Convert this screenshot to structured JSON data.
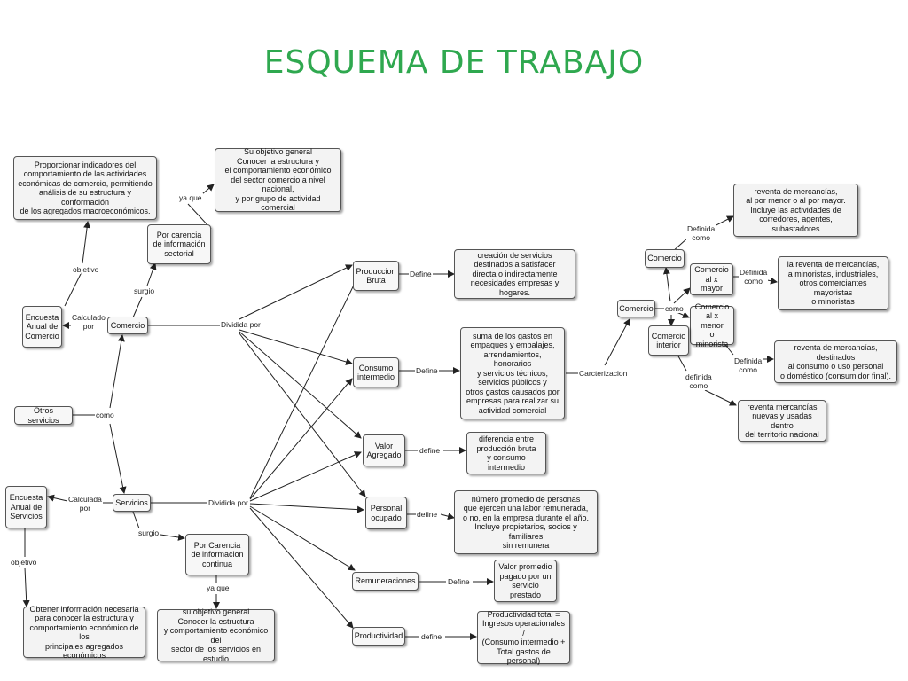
{
  "title": "ESQUEMA DE TRABAJO",
  "nodes": {
    "proporcionar": "Proporcionar indicadores del\ncomportamiento de las actividades\neconómicas de comercio, permitiendo\nanálisis de su estructura y conformación\nde los agregados macroeconómicos.",
    "objetivo_comercio": "Su objetivo general\nConocer la estructura y\nel comportamiento económico\ndel sector comercio a nivel nacional,\ny por grupo de actividad comercial",
    "carencia_sectorial": "Por carencia\nde información\nsectorial",
    "encuesta_comercio": "Encuesta\nAnual de\nComercio",
    "comercio": "Comercio",
    "otros_servicios": "Otros servicios",
    "encuesta_servicios": "Encuesta\nAnual de\nServicios",
    "servicios": "Servicios",
    "carencia_continua": "Por Carencia\nde informacion\ncontinua",
    "objetivo_servicios": "su objetivo general\nConocer la estructura\ny comportamiento económico del\nsector de los servicios en estudio",
    "obtener": "Obtener información necesaria\npara conocer la estructura y\ncomportamiento económico de los\nprincipales agregados económicos",
    "produccion_bruta": "Produccion\nBruta",
    "consumo_intermedio": "Consumo\nintermedio",
    "valor_agregado": "Valor\nAgregado",
    "personal_ocupado": "Personal\nocupado",
    "remuneraciones": "Remuneraciones",
    "productividad": "Productividad",
    "def_produccion": "creación de servicios\ndestinados a satisfacer\ndirecta o indirectamente\nnecesidades empresas y hogares.",
    "def_consumo": "suma de los gastos en\nempaques y embalajes,\narrendamientos, honorarios\ny servicios técnicos,\nservicios públicos y\notros gastos causados por\nempresas para realizar su\nactividad comercial",
    "def_valor": "diferencia entre\nproducción bruta\ny consumo intermedio",
    "def_personal": "número promedio de personas\nque ejercen una labor remunerada,\no no, en la empresa durante el año.\nIncluye propietarios, socios y familiares\nsin remunera",
    "def_remuneraciones": "Valor promedio\npagado por un\nservicio prestado",
    "def_productividad": "Productividad total =\nIngresos operacionales /\n(Consumo intermedio +\nTotal gastos de personal)",
    "comercio_center": "Comercio",
    "comercio_top": "Comercio",
    "comercio_mayor": "Comercio\nal x mayor",
    "comercio_menor": "Comercio\nal x menor\no minorista",
    "comercio_interior": "Comercio\ninterior",
    "reventa_1": "reventa de mercancías,\nal por menor o al por mayor.\nIncluye las actividades de\ncorredores, agentes, subastadores",
    "reventa_2": "la reventa de mercancías,\na minoristas, industriales,\notros comerciantes mayoristas\no minoristas",
    "reventa_3": "reventa de mercancías, destinados\nal consumo o uso personal\no doméstico (consumidor final).",
    "reventa_4": "reventa mercancías\nnuevas y usadas dentro\ndel territorio nacional"
  },
  "labels": {
    "ya_que_1": "ya que",
    "objetivo_1": "objetivo",
    "surgio_1": "surgio",
    "calculado_por": "Calculado\npor",
    "dividida_por_1": "Dividida por",
    "como_1": "como",
    "calculada_por": "Calculada\npor",
    "dividida_por_2": "Dividida por",
    "surgio_2": "surgio",
    "objetivo_2": "objetivo",
    "ya_que_2": "ya que",
    "define_1": "Define",
    "define_2": "Define",
    "define_3": "define",
    "define_4": "define",
    "define_5": "Define",
    "define_6": "define",
    "carcterizacion": "Carcterizacion",
    "definida_como_1": "Definida\ncomo",
    "como_2": "como",
    "definida_como_2": "Definida\ncomo",
    "definida_como_3": "Definida\ncomo",
    "definida_como_4": "definida\ncomo"
  }
}
